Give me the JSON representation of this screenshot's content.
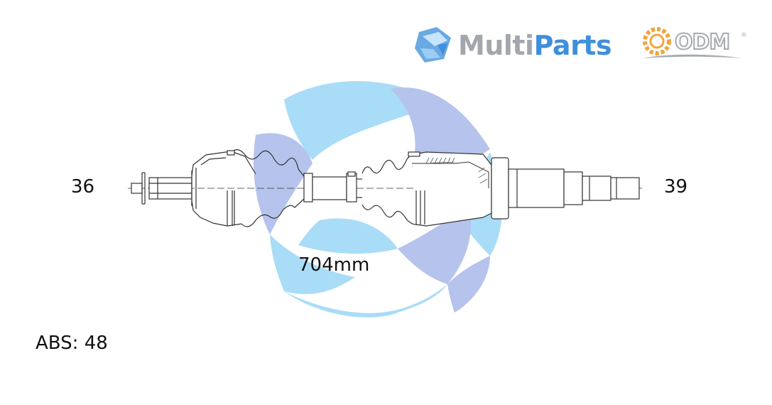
{
  "brand": {
    "name_part1": "Multi",
    "name_part2": "Parts",
    "secondary_logo": "ODM",
    "registered_mark": "®"
  },
  "labels": {
    "left_spline": "36",
    "right_spline": "39",
    "length": "704mm",
    "abs": "ABS: 48"
  },
  "colors": {
    "watermark_light": "#a9dcf7",
    "watermark_dark": "#b6c3ec",
    "logo_blue": "#3f8fdc",
    "logo_grey": "#a3a7ad",
    "odm_orange": "#f2a53c",
    "line": "#333333"
  },
  "icons": [
    "multiparts-logo-icon",
    "odm-gear-icon",
    "drive-shaft-drawing"
  ]
}
